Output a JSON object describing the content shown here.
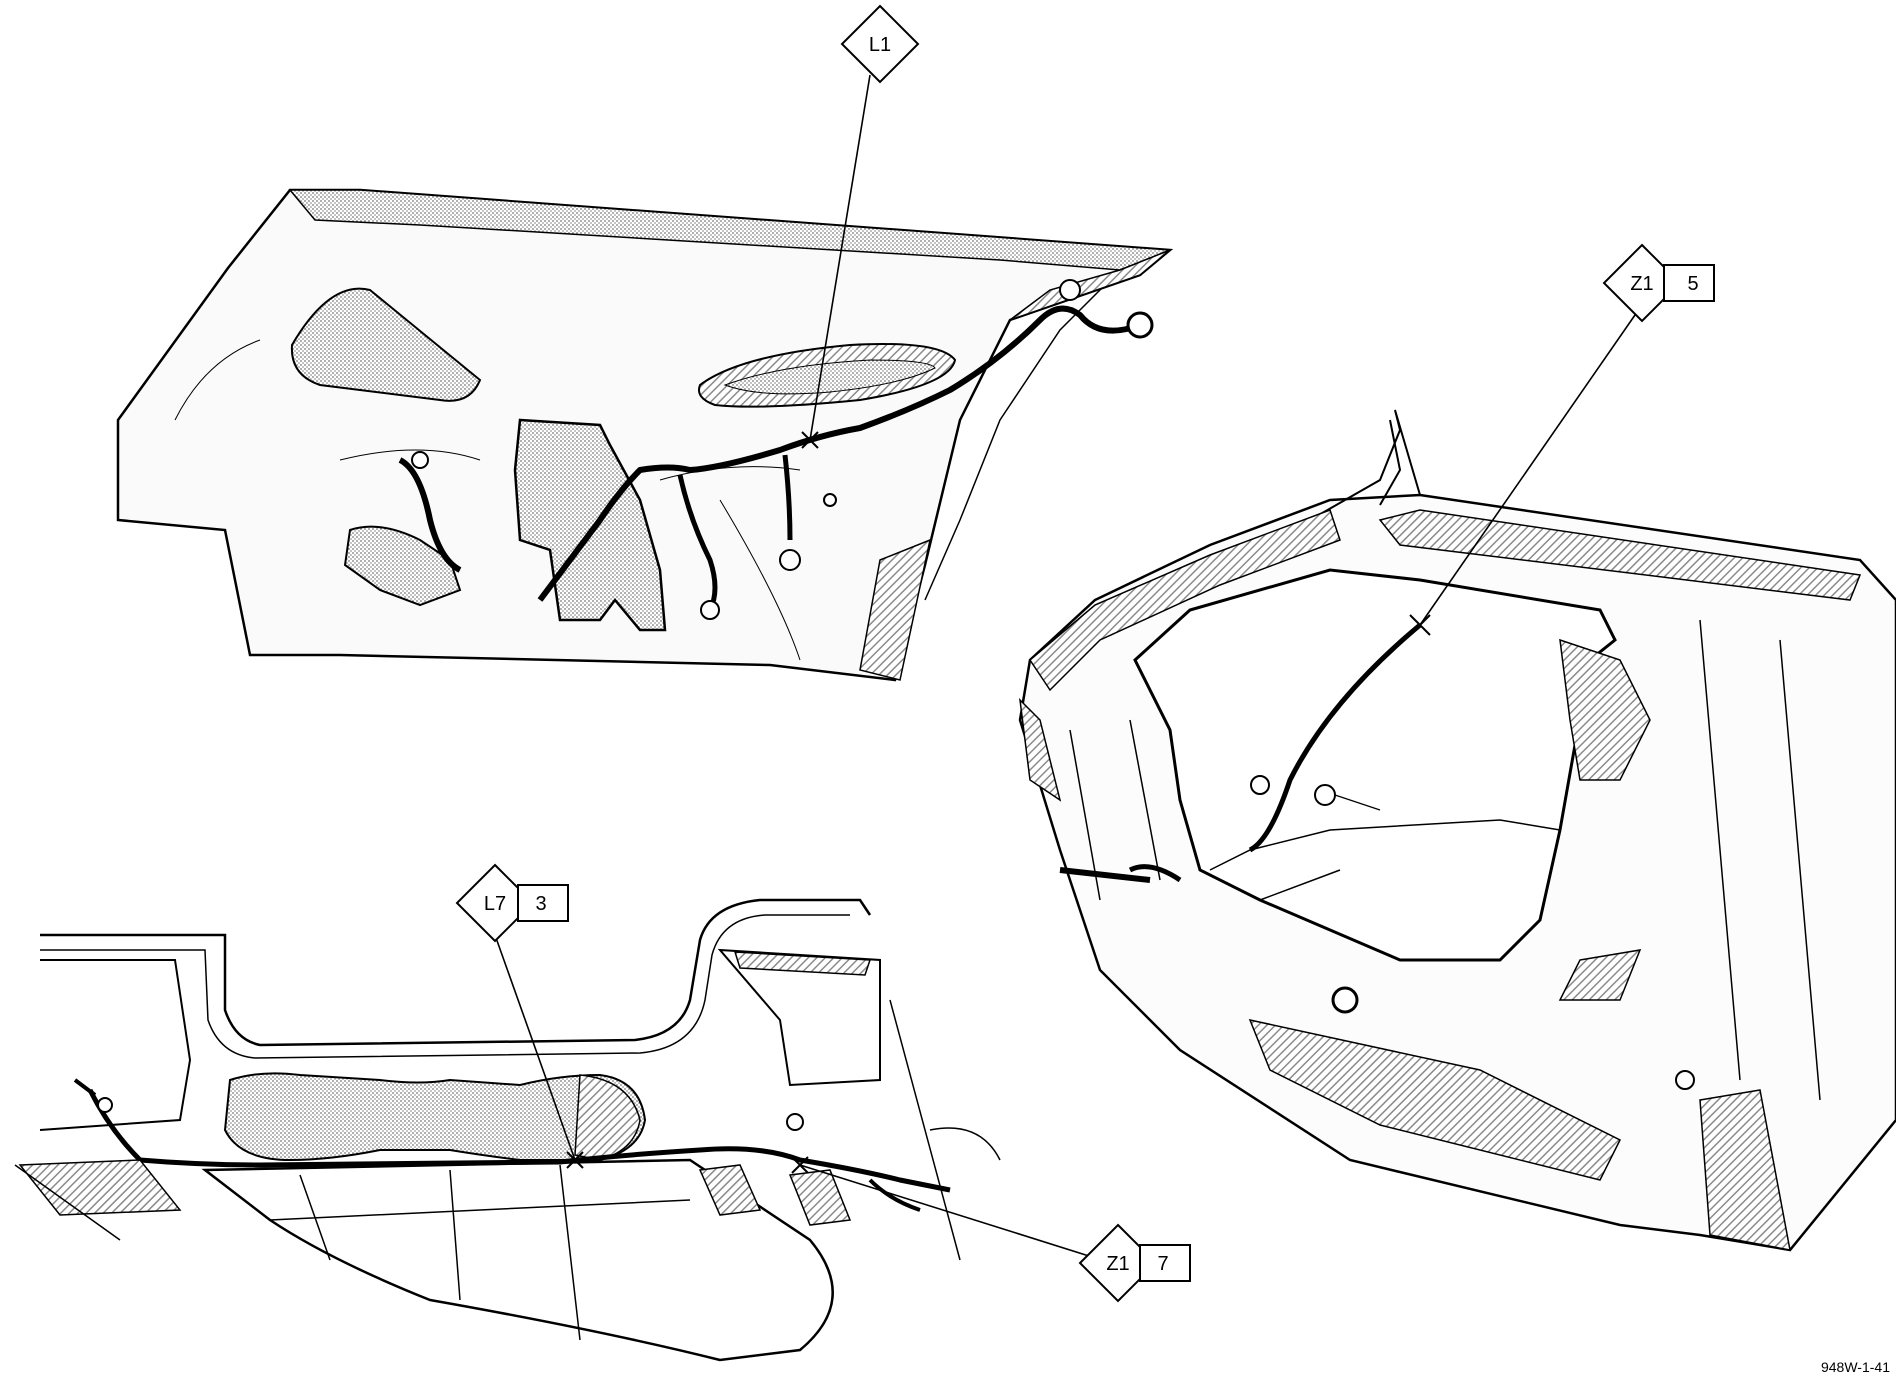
{
  "colors": {
    "line": "#000000",
    "hatch": "#9a9a9a",
    "background": "#ffffff"
  },
  "callouts": {
    "l1": {
      "code": "L1"
    },
    "z1_5": {
      "code": "Z1",
      "number": "5"
    },
    "l7_3": {
      "code": "L7",
      "number": "3"
    },
    "z1_7": {
      "code": "Z1",
      "number": "7"
    }
  },
  "figure_id": "948W-1-41"
}
